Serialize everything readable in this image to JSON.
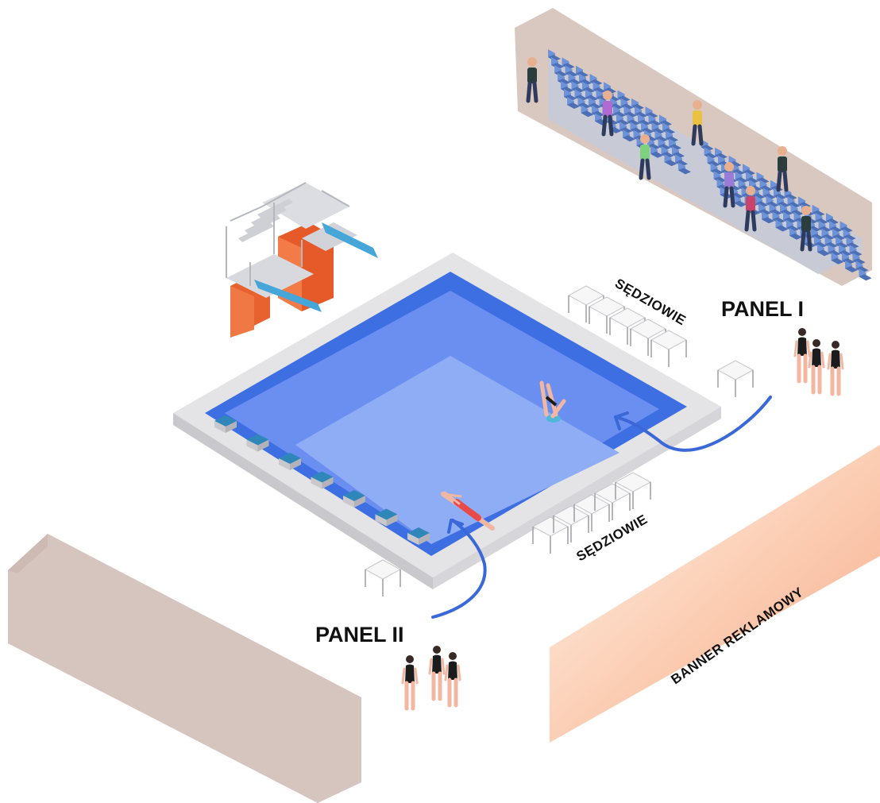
{
  "labels": {
    "judges_top": "SĘDZIOWIE",
    "judges_bottom": "SĘDZIOWIE",
    "panel_1": "PANEL I",
    "panel_2": "PANEL II",
    "banner": "BANNER REKLAMOWY"
  },
  "colors": {
    "pool_rim": "#e4e4e6",
    "pool_deep_edge": "#3d6fe3",
    "pool_mid": "#6b8ff0",
    "pool_shallow": "#8fadf5",
    "arrow": "#3a68d8",
    "diving_orange": "#f06a3a",
    "stand_wall": "#d9c8c0",
    "seat_blue": "#6f93d8",
    "banner_pink": "#f8b99f",
    "wall_block": "#d6c5bf"
  },
  "icons": {
    "diving_platform": "diving-platform-icon",
    "starting_block": "starting-block-icon",
    "judge_table": "judge-table-icon",
    "swimmer": "swimmer-icon",
    "athlete": "athlete-icon",
    "spectator": "spectator-icon"
  }
}
